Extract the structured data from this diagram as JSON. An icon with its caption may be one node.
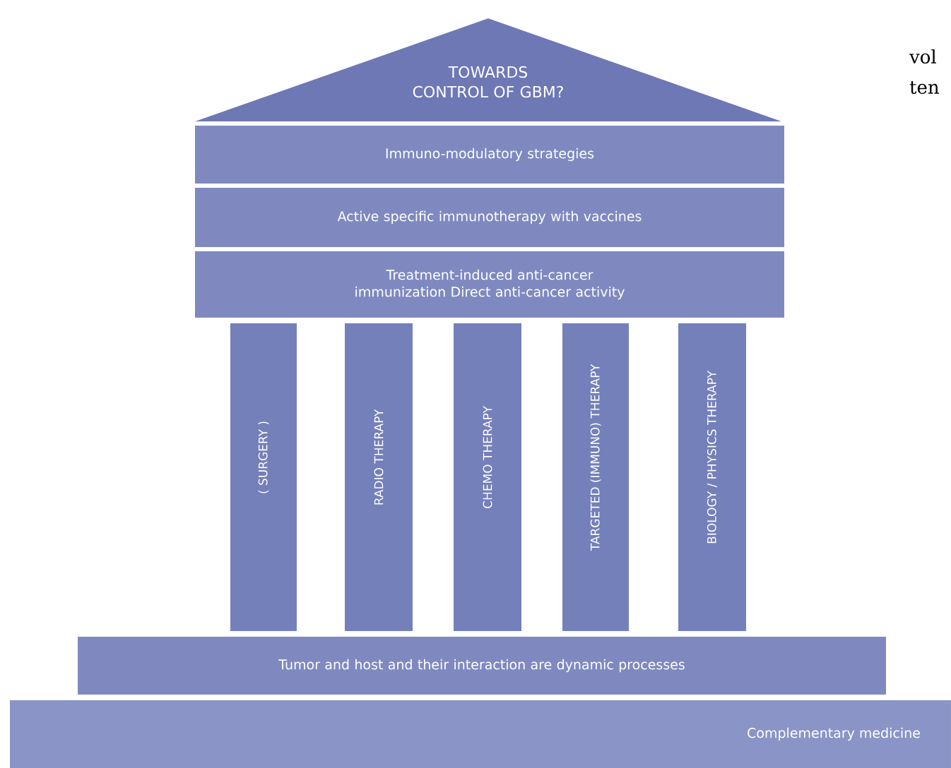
{
  "diagram": {
    "nodes": [
      {
        "text": [
          "TOWARDS CONTROL OF GBM?"
        ]
      },
      {
        "text": [
          "Immuno-modulatory strategies"
        ]
      },
      {
        "text": [
          "Active specific immunotherapy with vaccines"
        ]
      },
      {
        "text": [
          "Treatment-induced anti-cancer immunization Direct anti-cancer activity"
        ]
      },
      {
        "text": [
          "( SURGERY )"
        ]
      },
      {
        "text": [
          "RADIO THERAPY"
        ]
      },
      {
        "text": [
          "CHEMO THERAPY"
        ]
      },
      {
        "text": [
          "TARGETED (IMMUNO) THERAPY"
        ]
      },
      {
        "text": [
          "BIOLOGY / PHYSICS THERAPY"
        ]
      },
      {
        "text": [
          "Tumor and host and their interaction are dynamic processes"
        ]
      },
      {
        "text": [
          "Complementary medicine"
        ]
      }
    ],
    "labels": [
      "vol",
      "ten"
    ]
  }
}
